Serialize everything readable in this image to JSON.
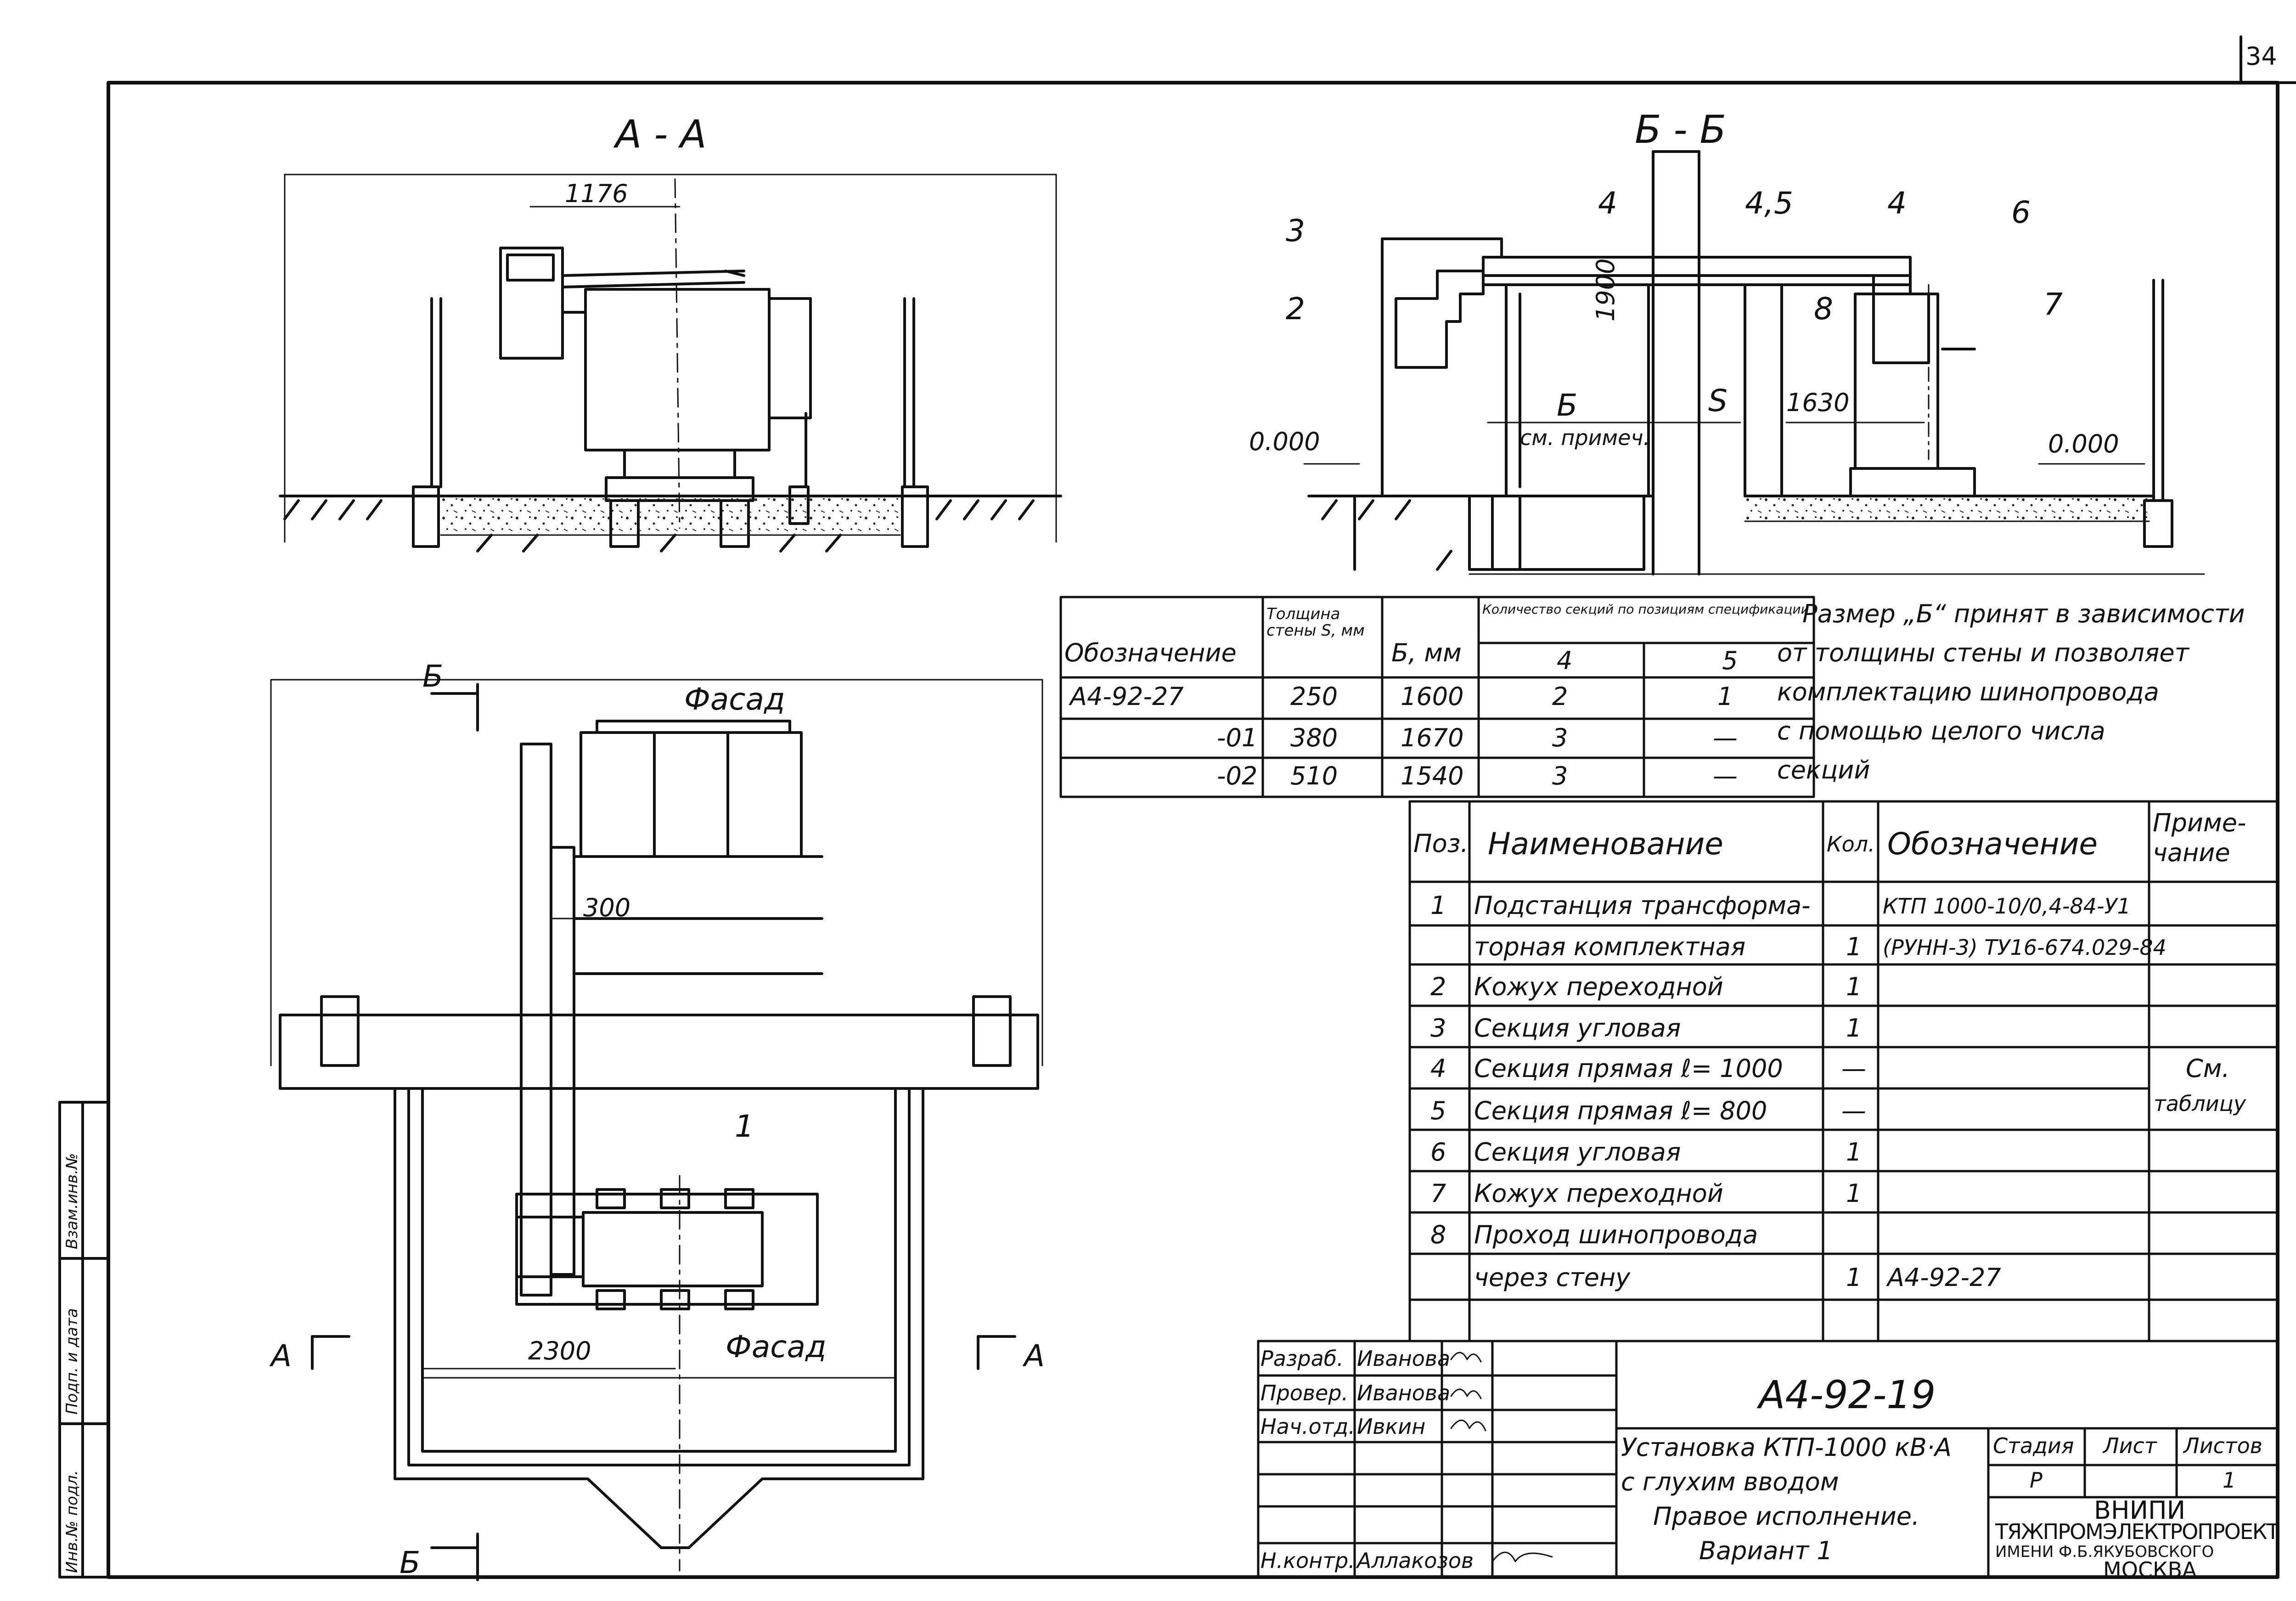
{
  "sheet": {
    "page_number": "34",
    "section_aa": "А - А",
    "section_bb": "Б - Б",
    "section_marker_a": "А",
    "section_marker_b": "Б",
    "facade_label": "Фасад",
    "level_mark": "0.000"
  },
  "dimensions": {
    "aa_offset": "1176",
    "bb_height": "1900",
    "bb_b": "Б",
    "bb_b_note": "см. примеч.",
    "bb_s": "S",
    "bb_1630": "1630",
    "plan_300": "300",
    "plan_2300": "2300"
  },
  "callouts": {
    "aa_pos1": "1",
    "bb": [
      "3",
      "2",
      "4",
      "4,5",
      "4",
      "6",
      "8",
      "7"
    ]
  },
  "wall_table": {
    "headers": {
      "designation": "Обозначение",
      "thickness": "Толщина стены S, мм",
      "b_mm": "Б, мм",
      "qty_group": "Количество секций по позициям спецификации",
      "pos4": "4",
      "pos5": "5"
    },
    "rows": [
      {
        "designation": "А4-92-27",
        "s": "250",
        "b": "1600",
        "q4": "2",
        "q5": "1"
      },
      {
        "designation": "-01",
        "s": "380",
        "b": "1670",
        "q4": "3",
        "q5": "—"
      },
      {
        "designation": "-02",
        "s": "510",
        "b": "1540",
        "q4": "3",
        "q5": "—"
      }
    ]
  },
  "note": [
    "Размер „Б“ принят в зависимости",
    "от толщины стены и позволяет",
    "комплектацию шинопровода",
    "с помощью целого числа",
    "секций"
  ],
  "spec_table": {
    "headers": {
      "pos": "Поз.",
      "name": "Наименование",
      "qty": "Кол.",
      "designation": "Обозначение",
      "note": "Приме-чание"
    },
    "rows": [
      {
        "pos": "1",
        "name": "Подстанция трансформа-",
        "qty": "",
        "designation": "КТП 1000-10/0,4-84-У1",
        "note": ""
      },
      {
        "pos": "",
        "name": "торная комплектная",
        "qty": "1",
        "designation": "(РУНН-3) ТУ16-674.029-84",
        "note": ""
      },
      {
        "pos": "2",
        "name": "Кожух переходной",
        "qty": "1",
        "designation": "",
        "note": ""
      },
      {
        "pos": "3",
        "name": "Секция угловая",
        "qty": "1",
        "designation": "",
        "note": ""
      },
      {
        "pos": "4",
        "name": "Секция прямая ℓ= 1000",
        "qty": "—",
        "designation": "",
        "note": "См."
      },
      {
        "pos": "5",
        "name": "Секция прямая ℓ= 800",
        "qty": "—",
        "designation": "",
        "note": "таблицу"
      },
      {
        "pos": "6",
        "name": "Секция угловая",
        "qty": "1",
        "designation": "",
        "note": ""
      },
      {
        "pos": "7",
        "name": "Кожух переходной",
        "qty": "1",
        "designation": "",
        "note": ""
      },
      {
        "pos": "8",
        "name": "Проход шинопровода",
        "qty": "",
        "designation": "",
        "note": ""
      },
      {
        "pos": "",
        "name": "через стену",
        "qty": "1",
        "designation": "А4-92-27",
        "note": ""
      }
    ]
  },
  "title_block": {
    "doc_code": "А4-92-19",
    "roles": [
      {
        "role": "Разраб.",
        "name": "Иванова"
      },
      {
        "role": "Провер.",
        "name": "Иванова"
      },
      {
        "role": "Нач.отд.",
        "name": "Ивкин"
      },
      {
        "role": "",
        "name": ""
      },
      {
        "role": "",
        "name": ""
      },
      {
        "role": "Н.контр.",
        "name": "Аллакозов"
      }
    ],
    "title_lines": [
      "Установка КТП-1000 кВ·А",
      "с глухим вводом",
      "Правое исполнение.",
      "Вариант 1"
    ],
    "stage_label": "Стадия",
    "sheet_label": "Лист",
    "sheets_label": "Листов",
    "stage": "Р",
    "sheets": "1",
    "org": [
      "ВНИПИ",
      "ТЯЖПРОМЭЛЕКТРОПРОЕКТ",
      "ИМЕНИ Ф.Б.ЯКУБОВСКОГО",
      "МОСКВА"
    ]
  },
  "side_stamp": [
    "Взам.инв.№",
    "Подп. и дата",
    "Инв.№ подл."
  ]
}
